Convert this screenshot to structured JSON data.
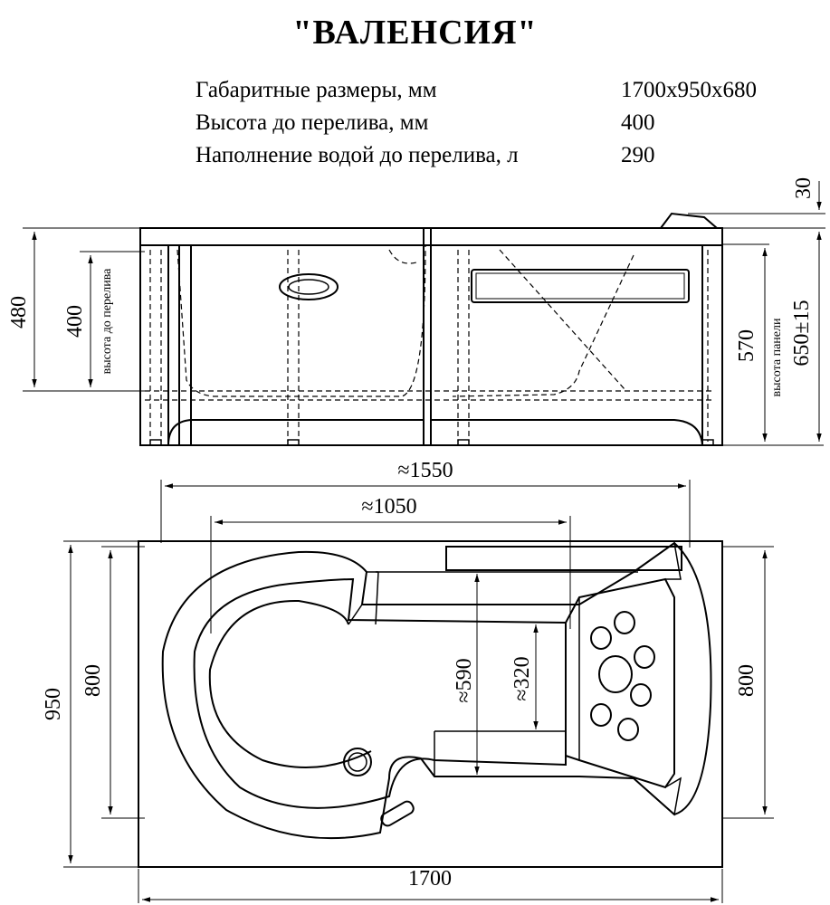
{
  "title": "\"ВАЛЕНСИЯ\"",
  "specs": [
    {
      "label": "Габаритные размеры, мм",
      "value": "1700x950x680"
    },
    {
      "label": "Высота до перелива, мм",
      "value": "400"
    },
    {
      "label": "Наполнение водой до перелива, л",
      "value": "290"
    }
  ],
  "side_view": {
    "dim_480": "480",
    "dim_400": "400",
    "label_overflow_height": "высота до перелива",
    "dim_30": "30",
    "dim_570": "570",
    "label_panel_height": "высота панели",
    "dim_650": "650±15"
  },
  "top_view": {
    "dim_1550": "≈1550",
    "dim_1050": "≈1050",
    "dim_950": "950",
    "dim_800_left": "800",
    "dim_590": "≈590",
    "dim_320": "≈320",
    "dim_800_right": "800",
    "dim_1700": "1700"
  }
}
